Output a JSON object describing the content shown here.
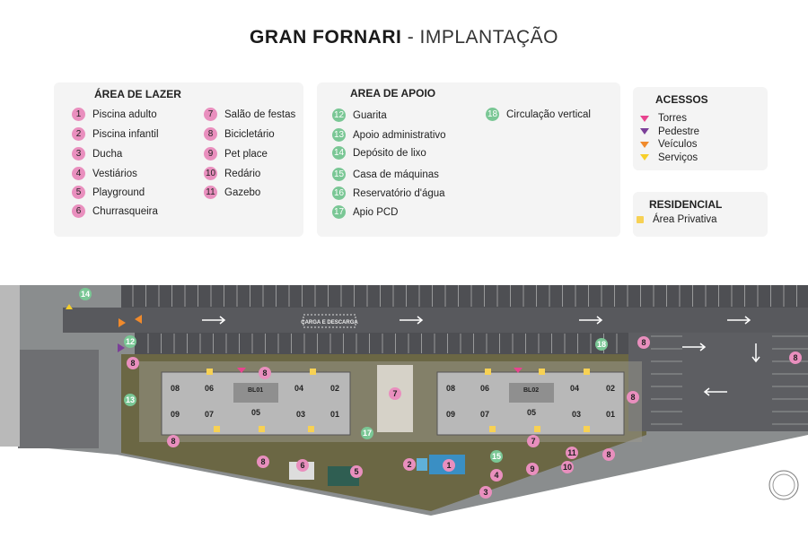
{
  "header": {
    "title": "GRAN FORNARI",
    "subtitle": "- IMPLANTAÇÃO"
  },
  "lazer": {
    "title": "ÁREA DE LAZER",
    "items": [
      {
        "n": "1",
        "label": "Piscina adulto"
      },
      {
        "n": "2",
        "label": "Piscina infantil"
      },
      {
        "n": "3",
        "label": "Ducha"
      },
      {
        "n": "4",
        "label": "Vestiários"
      },
      {
        "n": "5",
        "label": "Playground"
      },
      {
        "n": "6",
        "label": "Churrasqueira"
      },
      {
        "n": "7",
        "label": "Salão de festas"
      },
      {
        "n": "8",
        "label": "Bicicletário"
      },
      {
        "n": "9",
        "label": "Pet place"
      },
      {
        "n": "10",
        "label": "Redário"
      },
      {
        "n": "11",
        "label": "Gazebo"
      }
    ]
  },
  "apoio": {
    "title": "AREA DE APOIO",
    "items": [
      {
        "n": "12",
        "label": "Guarita"
      },
      {
        "n": "13",
        "label": "Apoio administrativo"
      },
      {
        "n": "14",
        "label": "Depósito de lixo"
      },
      {
        "n": "15",
        "label": "Casa de máquinas"
      },
      {
        "n": "16",
        "label": "Reservatório d'água"
      },
      {
        "n": "17",
        "label": "Apio PCD"
      },
      {
        "n": "18",
        "label": "Circulação vertical"
      }
    ]
  },
  "acessos": {
    "title": "ACESSOS",
    "items": [
      {
        "label": "Torres",
        "color": "#e8448f"
      },
      {
        "label": "Pedestre",
        "color": "#7b3f98"
      },
      {
        "label": "Veículos",
        "color": "#f08a2c"
      },
      {
        "label": "Serviços",
        "color": "#f7cf2a"
      }
    ]
  },
  "residencial": {
    "title": "RESIDENCIAL",
    "items": [
      {
        "label": "Área Privativa",
        "color": "#f7d154"
      }
    ]
  },
  "map": {
    "loading_label": "CARGA E DESCARGA",
    "blocks": [
      {
        "name": "BL01",
        "units": [
          "08",
          "06",
          "04",
          "02",
          "09",
          "07",
          "05",
          "03",
          "01"
        ]
      },
      {
        "name": "BL02",
        "units": [
          "08",
          "06",
          "04",
          "02",
          "09",
          "07",
          "05",
          "03",
          "01"
        ]
      }
    ],
    "markers": [
      "14",
      "12",
      "8",
      "13",
      "8",
      "7",
      "17",
      "8",
      "8",
      "6",
      "5",
      "2",
      "1",
      "4",
      "15",
      "3",
      "7",
      "11",
      "10",
      "9",
      "8",
      "18",
      "8",
      "8",
      "8"
    ]
  },
  "colors": {
    "pink_marker": "#e98fbe",
    "green_marker": "#7ac795",
    "road": "#58595d",
    "lawn": "#6f6a45",
    "building": "#bdbdbd"
  }
}
